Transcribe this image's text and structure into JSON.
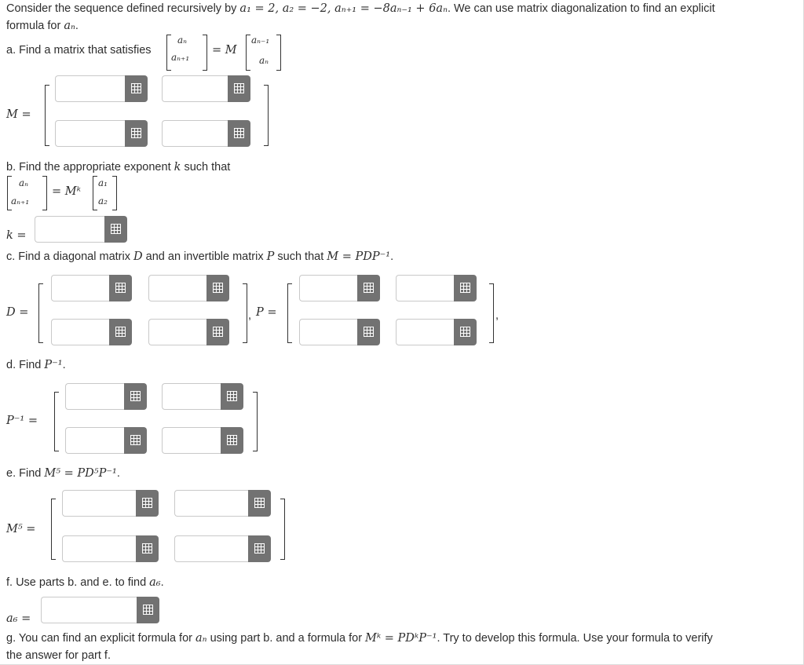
{
  "intro": {
    "text_start": "Consider the sequence defined recursively by ",
    "recurrence": "a₁ = 2, a₂ = −2, aₙ₊₁ = −8aₙ₋₁ + 6aₙ",
    "text_mid": ". We can use matrix diagonalization to find an explicit",
    "line2_start": "formula for ",
    "line2_var": "aₙ",
    "line2_end": "."
  },
  "part_a": {
    "prompt": "a. Find a matrix that satisfies",
    "eq_lhs_top": "aₙ",
    "eq_lhs_bot": "aₙ₊₁",
    "eq_mid": "= M",
    "eq_rhs_top": "aₙ₋₁",
    "eq_rhs_bot": "aₙ",
    "label": "M ="
  },
  "part_b": {
    "prompt_start": "b. Find the appropriate exponent ",
    "prompt_var": "k",
    "prompt_end": " such that",
    "eq_lhs_top": "aₙ",
    "eq_lhs_bot": "aₙ₊₁",
    "eq_mid": "= Mᵏ",
    "eq_rhs_top": "a₁",
    "eq_rhs_bot": "a₂",
    "label": "k ="
  },
  "part_c": {
    "prompt_start": "c. Find a diagonal matrix ",
    "var_d": "D",
    "prompt_mid": " and an invertible matrix ",
    "var_p": "P",
    "prompt_mid2": " such that ",
    "equation": "M = PDP⁻¹",
    "prompt_end": ".",
    "label_d": "D =",
    "label_p": "P =",
    "comma": ",",
    "comma_end": ","
  },
  "part_d": {
    "prompt_start": "d. Find ",
    "equation": "P⁻¹",
    "prompt_end": ".",
    "label": "P⁻¹ ="
  },
  "part_e": {
    "prompt_start": "e. Find ",
    "equation": "M⁵ = PD⁵P⁻¹",
    "prompt_end": ".",
    "label": "M⁵ ="
  },
  "part_f": {
    "prompt_start": "f. Use parts b. and e. to find ",
    "var": "a₆",
    "prompt_end": ".",
    "label": "a₆ ="
  },
  "part_g": {
    "line1_start": "g. You can find an explicit formula for ",
    "line1_var": "aₙ",
    "line1_mid": " using part b. and a formula for ",
    "line1_eq": "Mᵏ = PDᵏP⁻¹",
    "line1_end": ". Try to develop this formula. Use your formula to verify",
    "line2": "the answer for part f."
  },
  "widget_icon": "grid-keypad-icon",
  "colors": {
    "button": "#727272",
    "input_border": "#c9c9c9",
    "text": "#2d2d2d"
  }
}
